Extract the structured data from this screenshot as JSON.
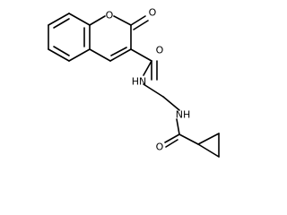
{
  "molecule": {
    "atom_labels": {
      "ring_oxygen": "O",
      "lactone_oxygen": "O",
      "amide_oxygen_1": "O",
      "amide_nitrogen_1": "HN",
      "amide_nitrogen_2": "NH",
      "amide_oxygen_2": "O"
    }
  }
}
